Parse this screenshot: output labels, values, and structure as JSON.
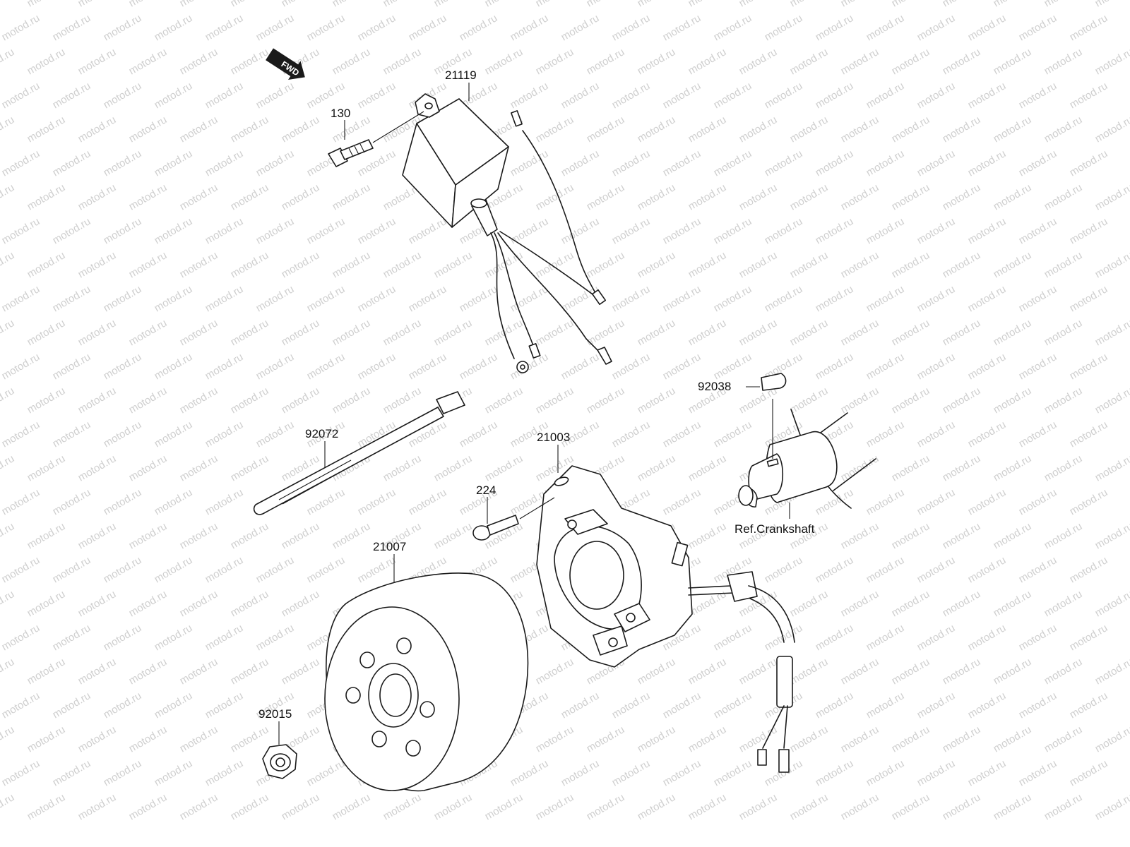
{
  "watermark": "motod.ru",
  "fwd_label": "FWD",
  "parts": {
    "cdi_unit": "21119",
    "cdi_bolt": "130",
    "band": "92072",
    "stator": "21003",
    "stator_screw": "224",
    "flywheel": "21007",
    "nut": "92015",
    "key": "92038",
    "crankshaft_ref": "Ref.Crankshaft"
  }
}
